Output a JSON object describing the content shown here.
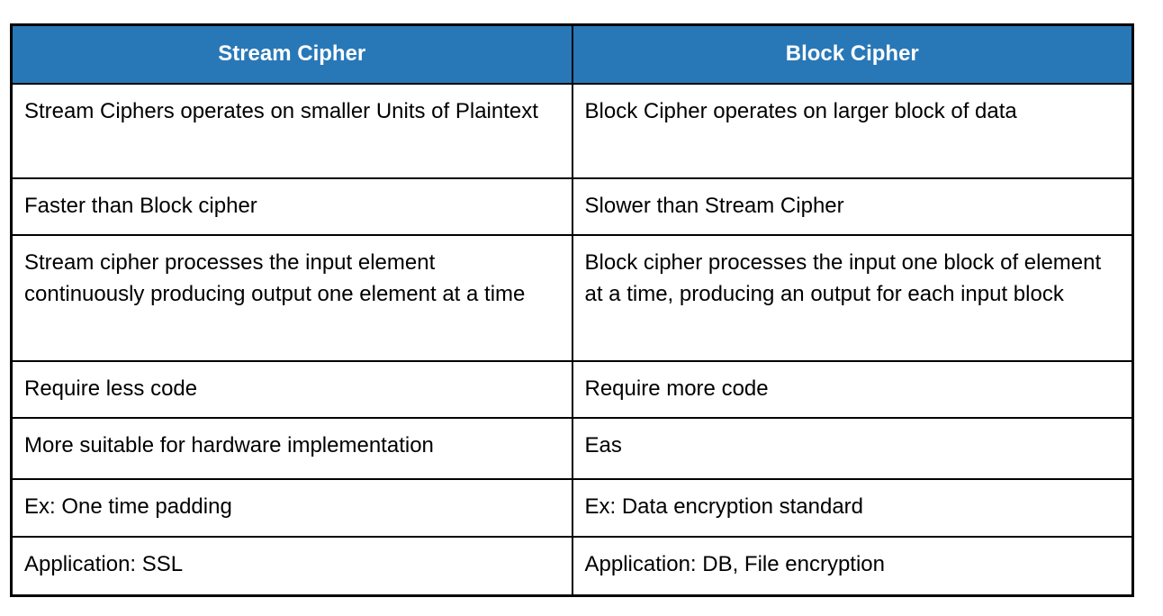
{
  "table": {
    "headers": [
      "Stream Cipher",
      "Block Cipher"
    ],
    "rows": [
      [
        "Stream Ciphers operates on smaller Units of Plaintext",
        "Block Cipher operates on larger block of data"
      ],
      [
        "Faster than Block cipher",
        "Slower than Stream Cipher"
      ],
      [
        "Stream cipher processes the input element continuously producing output one element at a time",
        "Block cipher processes the input one block of element at a time, producing an output for each input block"
      ],
      [
        "Require less code",
        "Require more code"
      ],
      [
        "More suitable for hardware implementation",
        "Eas"
      ],
      [
        "Ex: One time padding",
        "Ex: Data encryption standard"
      ],
      [
        "Application: SSL",
        "Application: DB, File encryption"
      ]
    ]
  },
  "colors": {
    "header_bg": "#2878b8",
    "header_text": "#ffffff",
    "border": "#000000",
    "body_text": "#000000",
    "page_bg": "#ffffff"
  }
}
